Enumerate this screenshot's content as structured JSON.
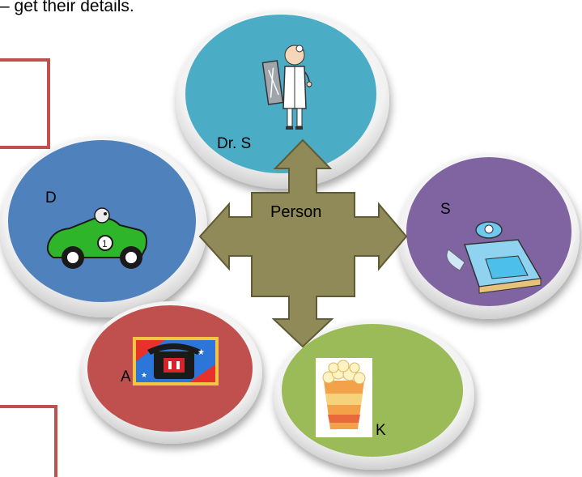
{
  "header": {
    "text": "– get their details."
  },
  "center": {
    "label": "Person",
    "color": "#8f8a57"
  },
  "nodes": [
    {
      "id": "doctor",
      "label": "Dr. S",
      "icon": "doctor-icon",
      "color": "#4bacc6"
    },
    {
      "id": "driver",
      "label": "D",
      "icon": "race-car-icon",
      "color": "#4f81bd"
    },
    {
      "id": "scale",
      "label": "S",
      "icon": "bathroom-scale-icon",
      "color": "#8064a2"
    },
    {
      "id": "phone",
      "label": "A",
      "icon": "telephone-icon",
      "color": "#c0504d"
    },
    {
      "id": "popcorn",
      "label": "K",
      "icon": "popcorn-icon",
      "color": "#9bbb59"
    }
  ],
  "colors": {
    "bracket": "#c0504d",
    "arrow_outline": "#5f5b34"
  }
}
